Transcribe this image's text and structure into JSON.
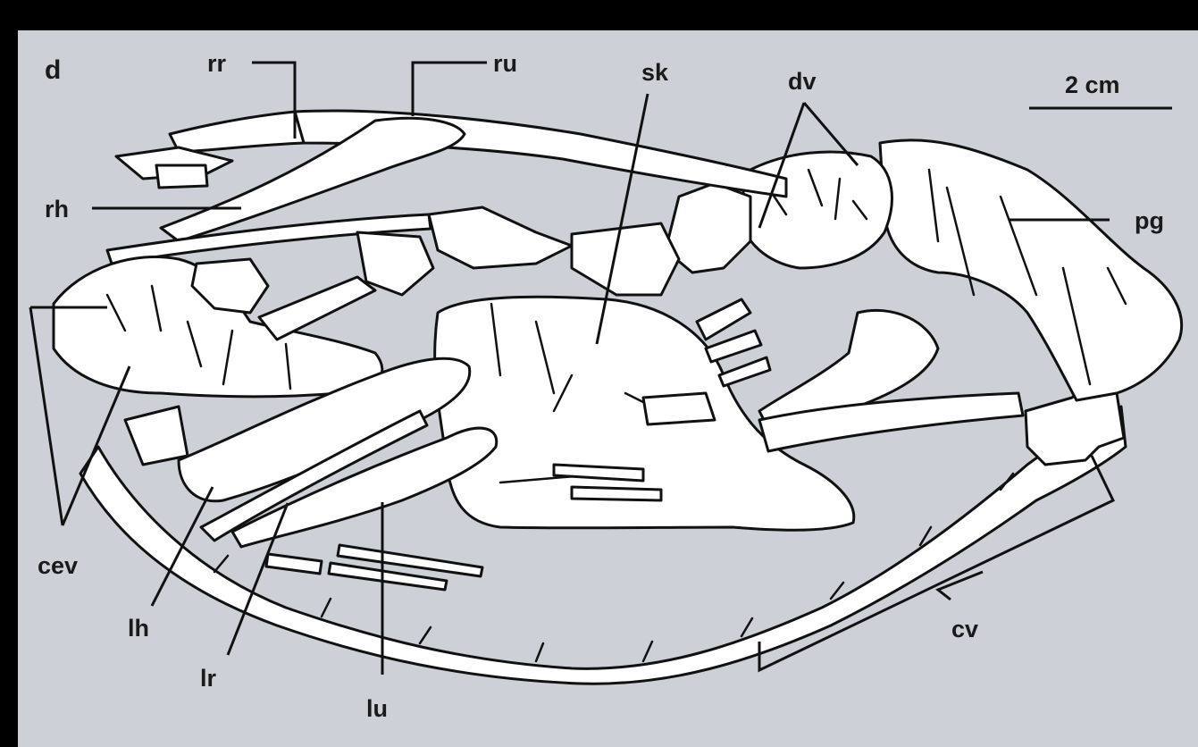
{
  "figure": {
    "panel_letter": "d",
    "scale_label": "2 cm",
    "labels": {
      "rr": "rr",
      "ru": "ru",
      "sk": "sk",
      "dv": "dv",
      "rh": "rh",
      "pg": "pg",
      "cev": "cev",
      "lh": "lh",
      "lr": "lr",
      "lu": "lu",
      "cv": "cv"
    }
  },
  "colors": {
    "background": "#cdd0d6",
    "frame": "#000000",
    "bone_fill": "#ffffff",
    "outline": "#111111"
  }
}
